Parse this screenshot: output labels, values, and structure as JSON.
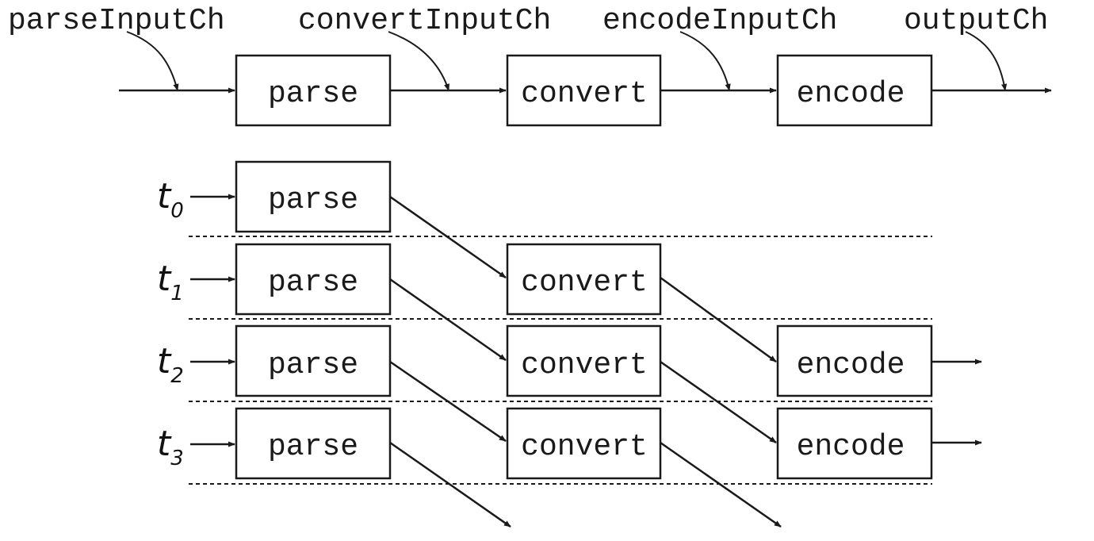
{
  "colors": {
    "stroke": "#1a1a1a",
    "background": "#ffffff"
  },
  "channels": [
    "parseInputCh",
    "convertInputCh",
    "encodeInputCh",
    "outputCh"
  ],
  "stages": [
    "parse",
    "convert",
    "encode"
  ],
  "time_steps": [
    {
      "t": "t",
      "sub": "0",
      "stages": [
        "parse"
      ]
    },
    {
      "t": "t",
      "sub": "1",
      "stages": [
        "parse",
        "convert"
      ]
    },
    {
      "t": "t",
      "sub": "2",
      "stages": [
        "parse",
        "convert",
        "encode"
      ]
    },
    {
      "t": "t",
      "sub": "3",
      "stages": [
        "parse",
        "convert",
        "encode"
      ]
    }
  ]
}
